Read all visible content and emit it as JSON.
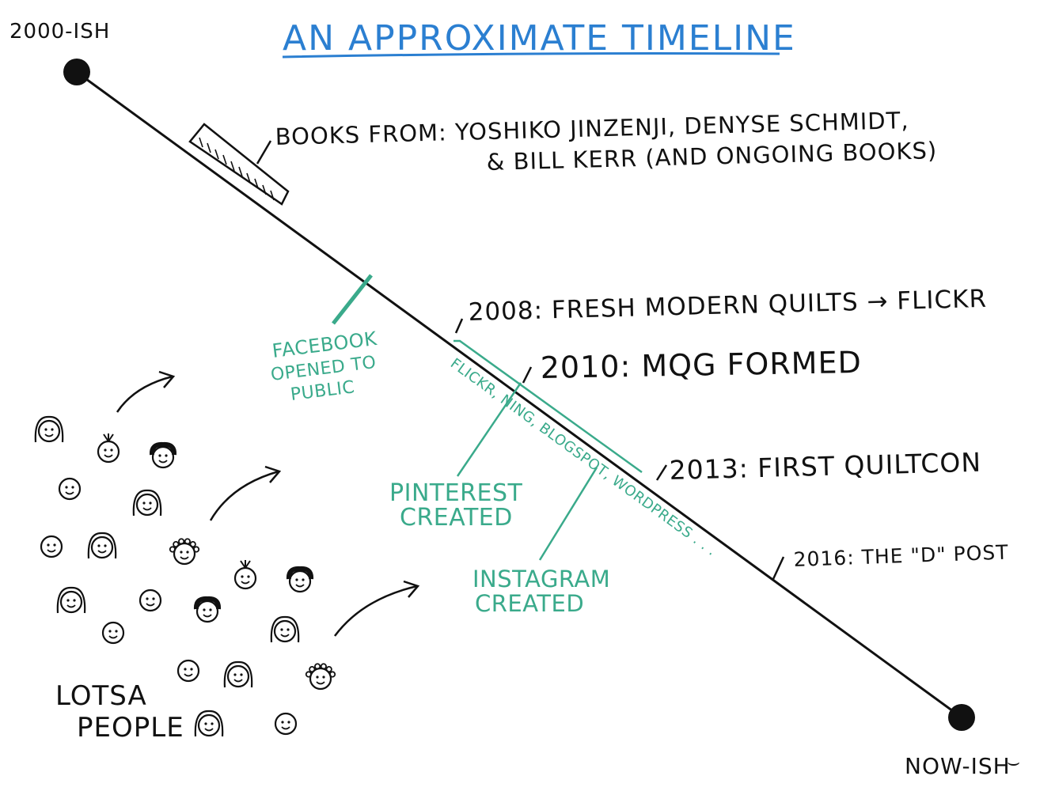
{
  "title": "AN APPROXIMATE TIMELINE",
  "start_label": "2000-ISH",
  "end_label": "NOW-ISH",
  "end_smiley": "⌣",
  "colors": {
    "ink": "#111111",
    "title": "#2b7fd1",
    "green": "#3aaa8b"
  },
  "events": {
    "books_line1": "BOOKS FROM: YOSHIKO JINZENJI, DENYSE SCHMIDT,",
    "books_line2": "& BILL KERR  (AND ONGOING BOOKS)",
    "e2008": "2008: FRESH MODERN QUILTS → FLICKR",
    "e2010": "2010: MQG FORMED",
    "e2013": "2013: FIRST QUILTCON",
    "e2016": "2016: THE \"D\" POST"
  },
  "social": {
    "facebook": [
      "FACEBOOK",
      "OPENED TO",
      "PUBLIC"
    ],
    "platforms": "FLICKR, NING, BLOGSPOT, WORDPRESS . . .",
    "pinterest": [
      "PINTEREST",
      "CREATED"
    ],
    "instagram": [
      "INSTAGRAM",
      "CREATED"
    ]
  },
  "crowd": {
    "label_line1": "LOTSA",
    "label_line2": "PEOPLE"
  }
}
